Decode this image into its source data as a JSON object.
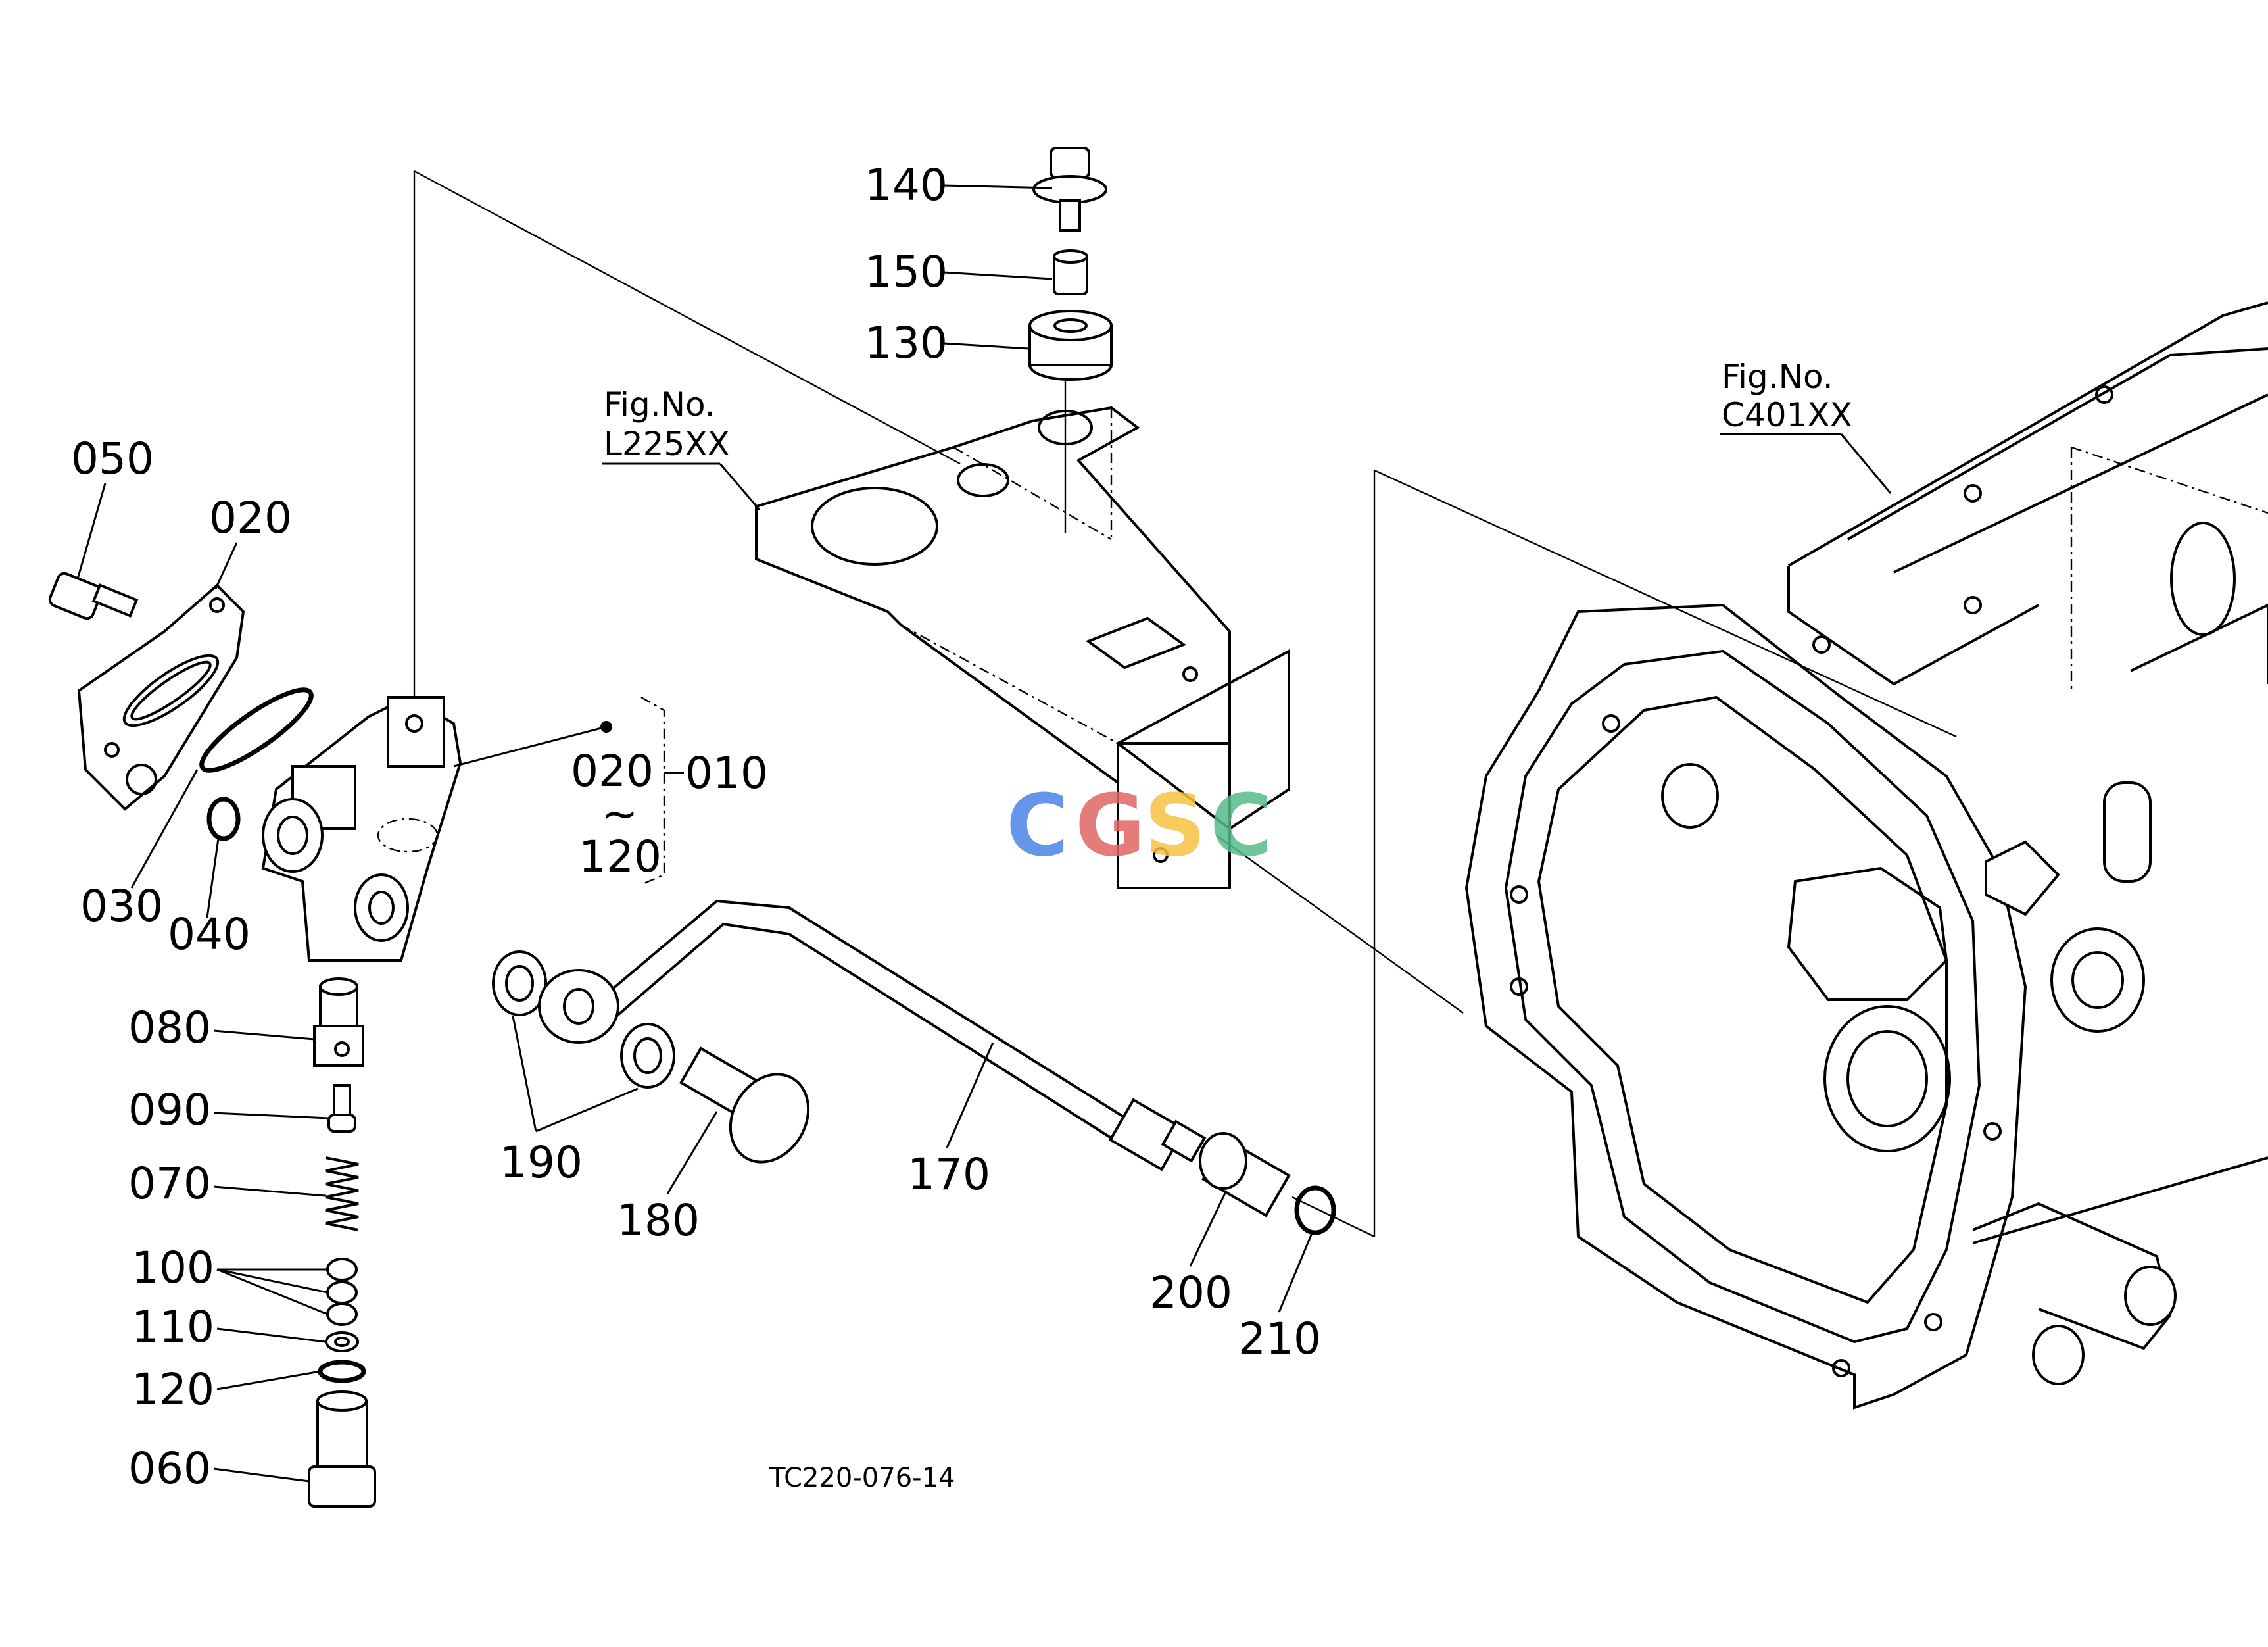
{
  "part_numbers": {
    "p140": "140",
    "p150": "150",
    "p130": "130",
    "p050": "050",
    "p020": "020",
    "p030": "030",
    "p040": "040",
    "p080": "080",
    "p090": "090",
    "p070": "070",
    "p100": "100",
    "p110": "110",
    "p120": "120",
    "p060": "060",
    "p190": "190",
    "p180": "180",
    "p170": "170",
    "p200": "200",
    "p210": "210"
  },
  "assembly_group": {
    "from": "020",
    "tilde": "~",
    "to": "120",
    "assembly": "010"
  },
  "figure_refs": {
    "left": {
      "line1": "Fig.No.",
      "line2": "L225XX"
    },
    "right": {
      "line1": "Fig.No.",
      "line2": "C401XX"
    }
  },
  "drawing_code": "TC220-076-14",
  "watermark": {
    "letters": [
      "C",
      "G",
      "S",
      "C"
    ],
    "colors": [
      "#4a86e8",
      "#e06666",
      "#f6c342",
      "#57bb8a"
    ]
  }
}
